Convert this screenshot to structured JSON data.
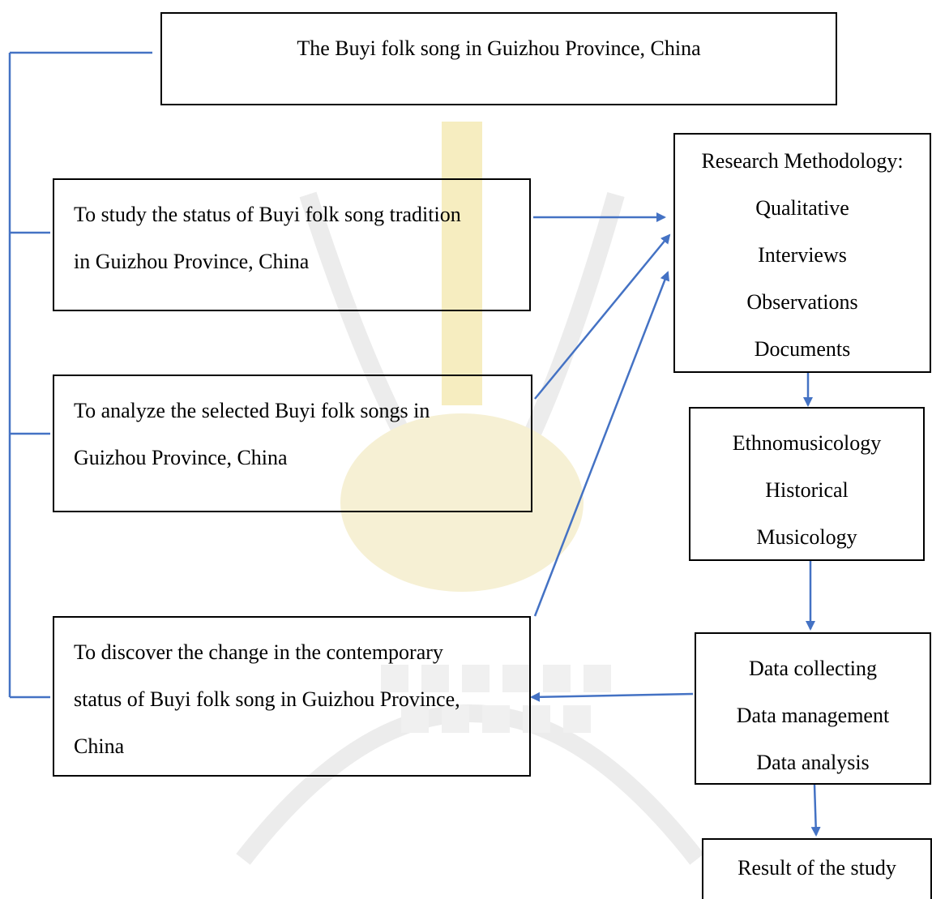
{
  "colors": {
    "box_border": "#000000",
    "arrow": "#4472C4",
    "bracket": "#4472C4",
    "watermark": "#e0e0e0",
    "watermark_gold": "#f3e6a8"
  },
  "title_box": {
    "lines": [
      "The Buyi folk song in Guizhou Province, China"
    ]
  },
  "objective_1": {
    "lines": [
      "To study the status of Buyi folk song tradition",
      "in Guizhou Province, China"
    ]
  },
  "objective_2": {
    "lines": [
      "To analyze the selected Buyi folk songs in",
      "Guizhou Province, China"
    ]
  },
  "objective_3": {
    "lines": [
      "To discover the change in the contemporary",
      "status of Buyi folk song in Guizhou Province,",
      "China"
    ]
  },
  "methodology_box": {
    "lines": [
      "Research Methodology:",
      "Qualitative",
      "Interviews",
      "Observations",
      "Documents"
    ]
  },
  "disciplines_box": {
    "lines": [
      "Ethnomusicology",
      "Historical",
      "Musicology"
    ]
  },
  "data_box": {
    "lines": [
      "Data collecting",
      "Data management",
      "Data analysis"
    ]
  },
  "result_box": {
    "lines": [
      "Result of the study"
    ]
  }
}
